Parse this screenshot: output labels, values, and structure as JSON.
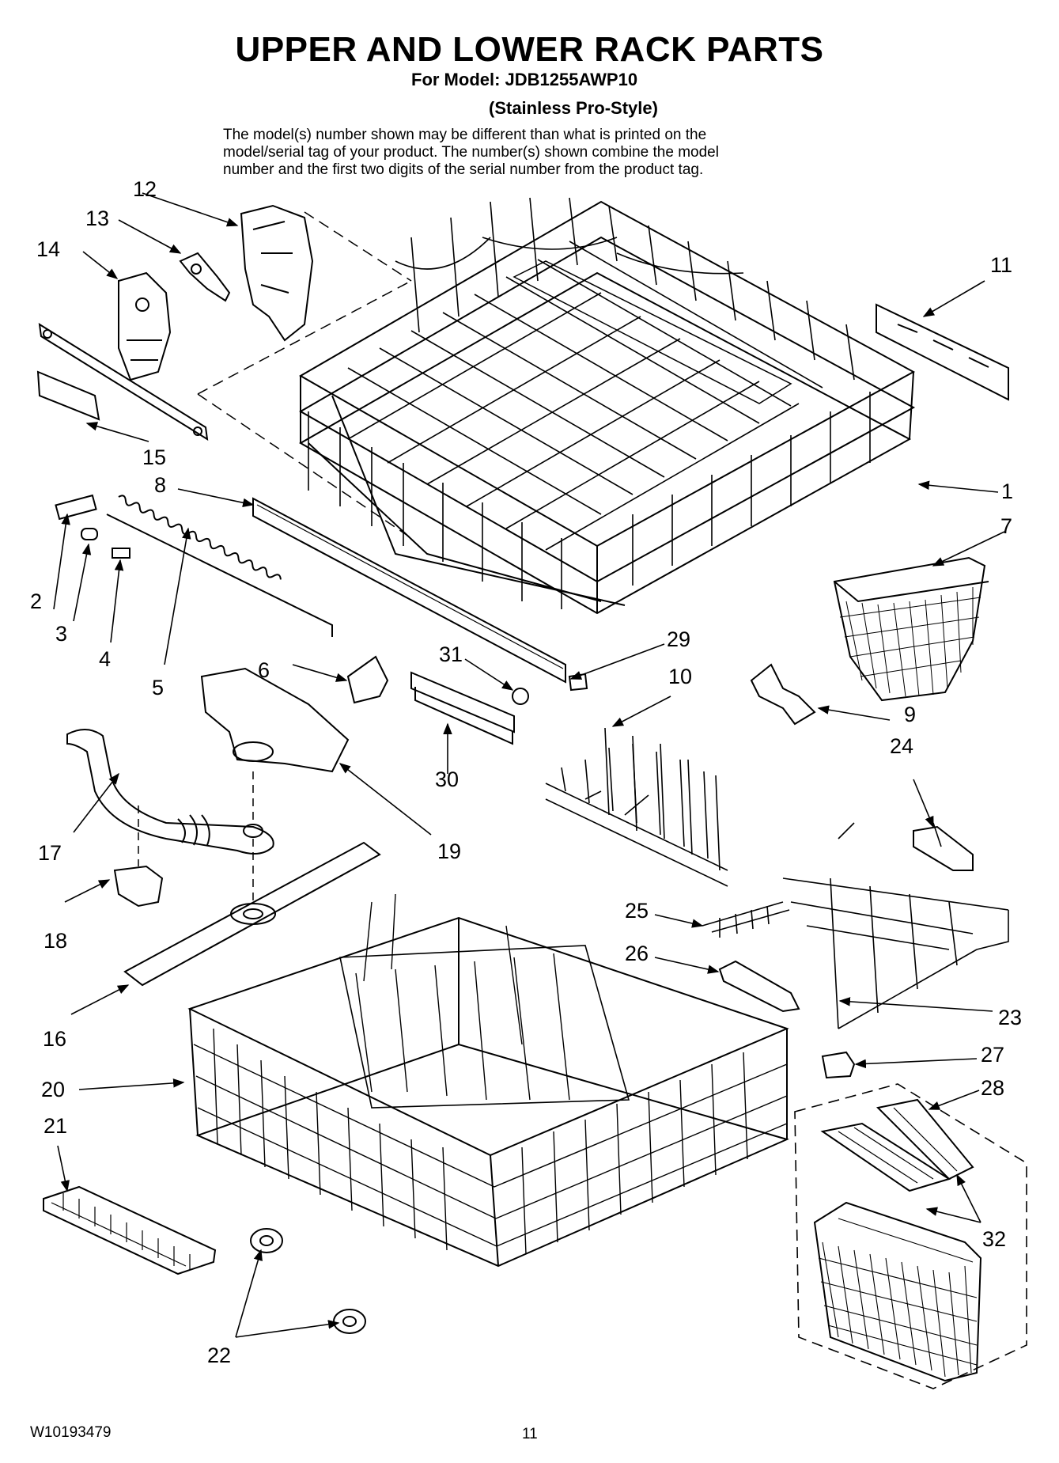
{
  "header": {
    "title": "UPPER AND LOWER RACK PARTS",
    "model_line": "For Model: JDB1255AWP10",
    "style_line": "(Stainless Pro-Style)",
    "notice_lines": [
      "The model(s) number shown may be different than what is printed on the",
      "model/serial tag of your product. The number(s) shown combine the model",
      "number and the first two digits of the serial number from the product tag."
    ]
  },
  "callouts": [
    "1",
    "2",
    "3",
    "4",
    "5",
    "6",
    "7",
    "8",
    "9",
    "10",
    "11",
    "12",
    "13",
    "14",
    "15",
    "16",
    "17",
    "18",
    "19",
    "20",
    "21",
    "22",
    "23",
    "24",
    "25",
    "26",
    "27",
    "28",
    "29",
    "30",
    "31",
    "32"
  ],
  "footer": {
    "doc_number": "W10193479",
    "page_number": "11"
  }
}
